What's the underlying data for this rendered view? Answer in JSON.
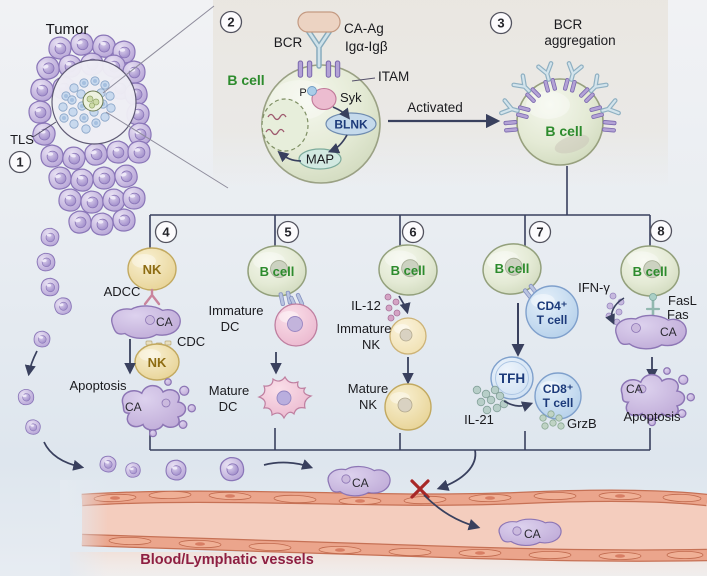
{
  "colors": {
    "bcell_green": "#2d8b2d",
    "nk_brown": "#8d6c12",
    "tcell_navy": "#1c3a7a",
    "vessel_label_red": "#8e1f42",
    "arrow_navy": "#39405e",
    "blocked_x_red": "#a82828",
    "tumor_purple": "#b8a7d8",
    "vessel_salmon": "#eba58c",
    "ca_purple": "#c4b0dc"
  },
  "steps": {
    "s1": {
      "num": "1",
      "tumor": "Tumor",
      "tls": "TLS"
    },
    "s2": {
      "num": "2",
      "bcell": "B cell",
      "bcr": "BCR",
      "ca_ag": "CA-Ag",
      "iga_igb": "Igα-Igβ",
      "itam": "ITAM",
      "p": "P",
      "syk": "Syk",
      "blnk": "BLNK",
      "map": "MAP",
      "activated": "Activated"
    },
    "s3": {
      "num": "3",
      "title1": "BCR",
      "title2": "aggregation",
      "bcell": "B cell"
    },
    "s4": {
      "num": "4",
      "nk1": "NK",
      "adcc": "ADCC",
      "ca1": "CA",
      "cdc": "CDC",
      "nk2": "NK",
      "apoptosis": "Apoptosis",
      "ca2": "CA"
    },
    "s5": {
      "num": "5",
      "bcell": "B cell",
      "imm1": "Immature",
      "imm2": "DC",
      "mat1": "Mature",
      "mat2": "DC"
    },
    "s6": {
      "num": "6",
      "bcell": "B cell",
      "il12": "IL-12",
      "imm1": "Immature",
      "imm2": "NK",
      "mat1": "Mature",
      "mat2": "NK"
    },
    "s7": {
      "num": "7",
      "bcell": "B cell",
      "cd4a": "CD4⁺",
      "cd4b": "T cell",
      "tfh": "TFH",
      "il21": "IL-21",
      "cd8a": "CD8⁺",
      "cd8b": "T cell",
      "grzb": "GrzB"
    },
    "s8": {
      "num": "8",
      "bcell": "B cell",
      "ifng": "IFN-γ",
      "fasl": "FasL",
      "fas": "Fas",
      "ca1": "CA",
      "apoptosis": "Apoptosis",
      "ca2": "CA"
    }
  },
  "bottom": {
    "ca_out": "CA",
    "ca_in": "CA",
    "vessel_label": "Blood/Lymphatic vessels"
  }
}
